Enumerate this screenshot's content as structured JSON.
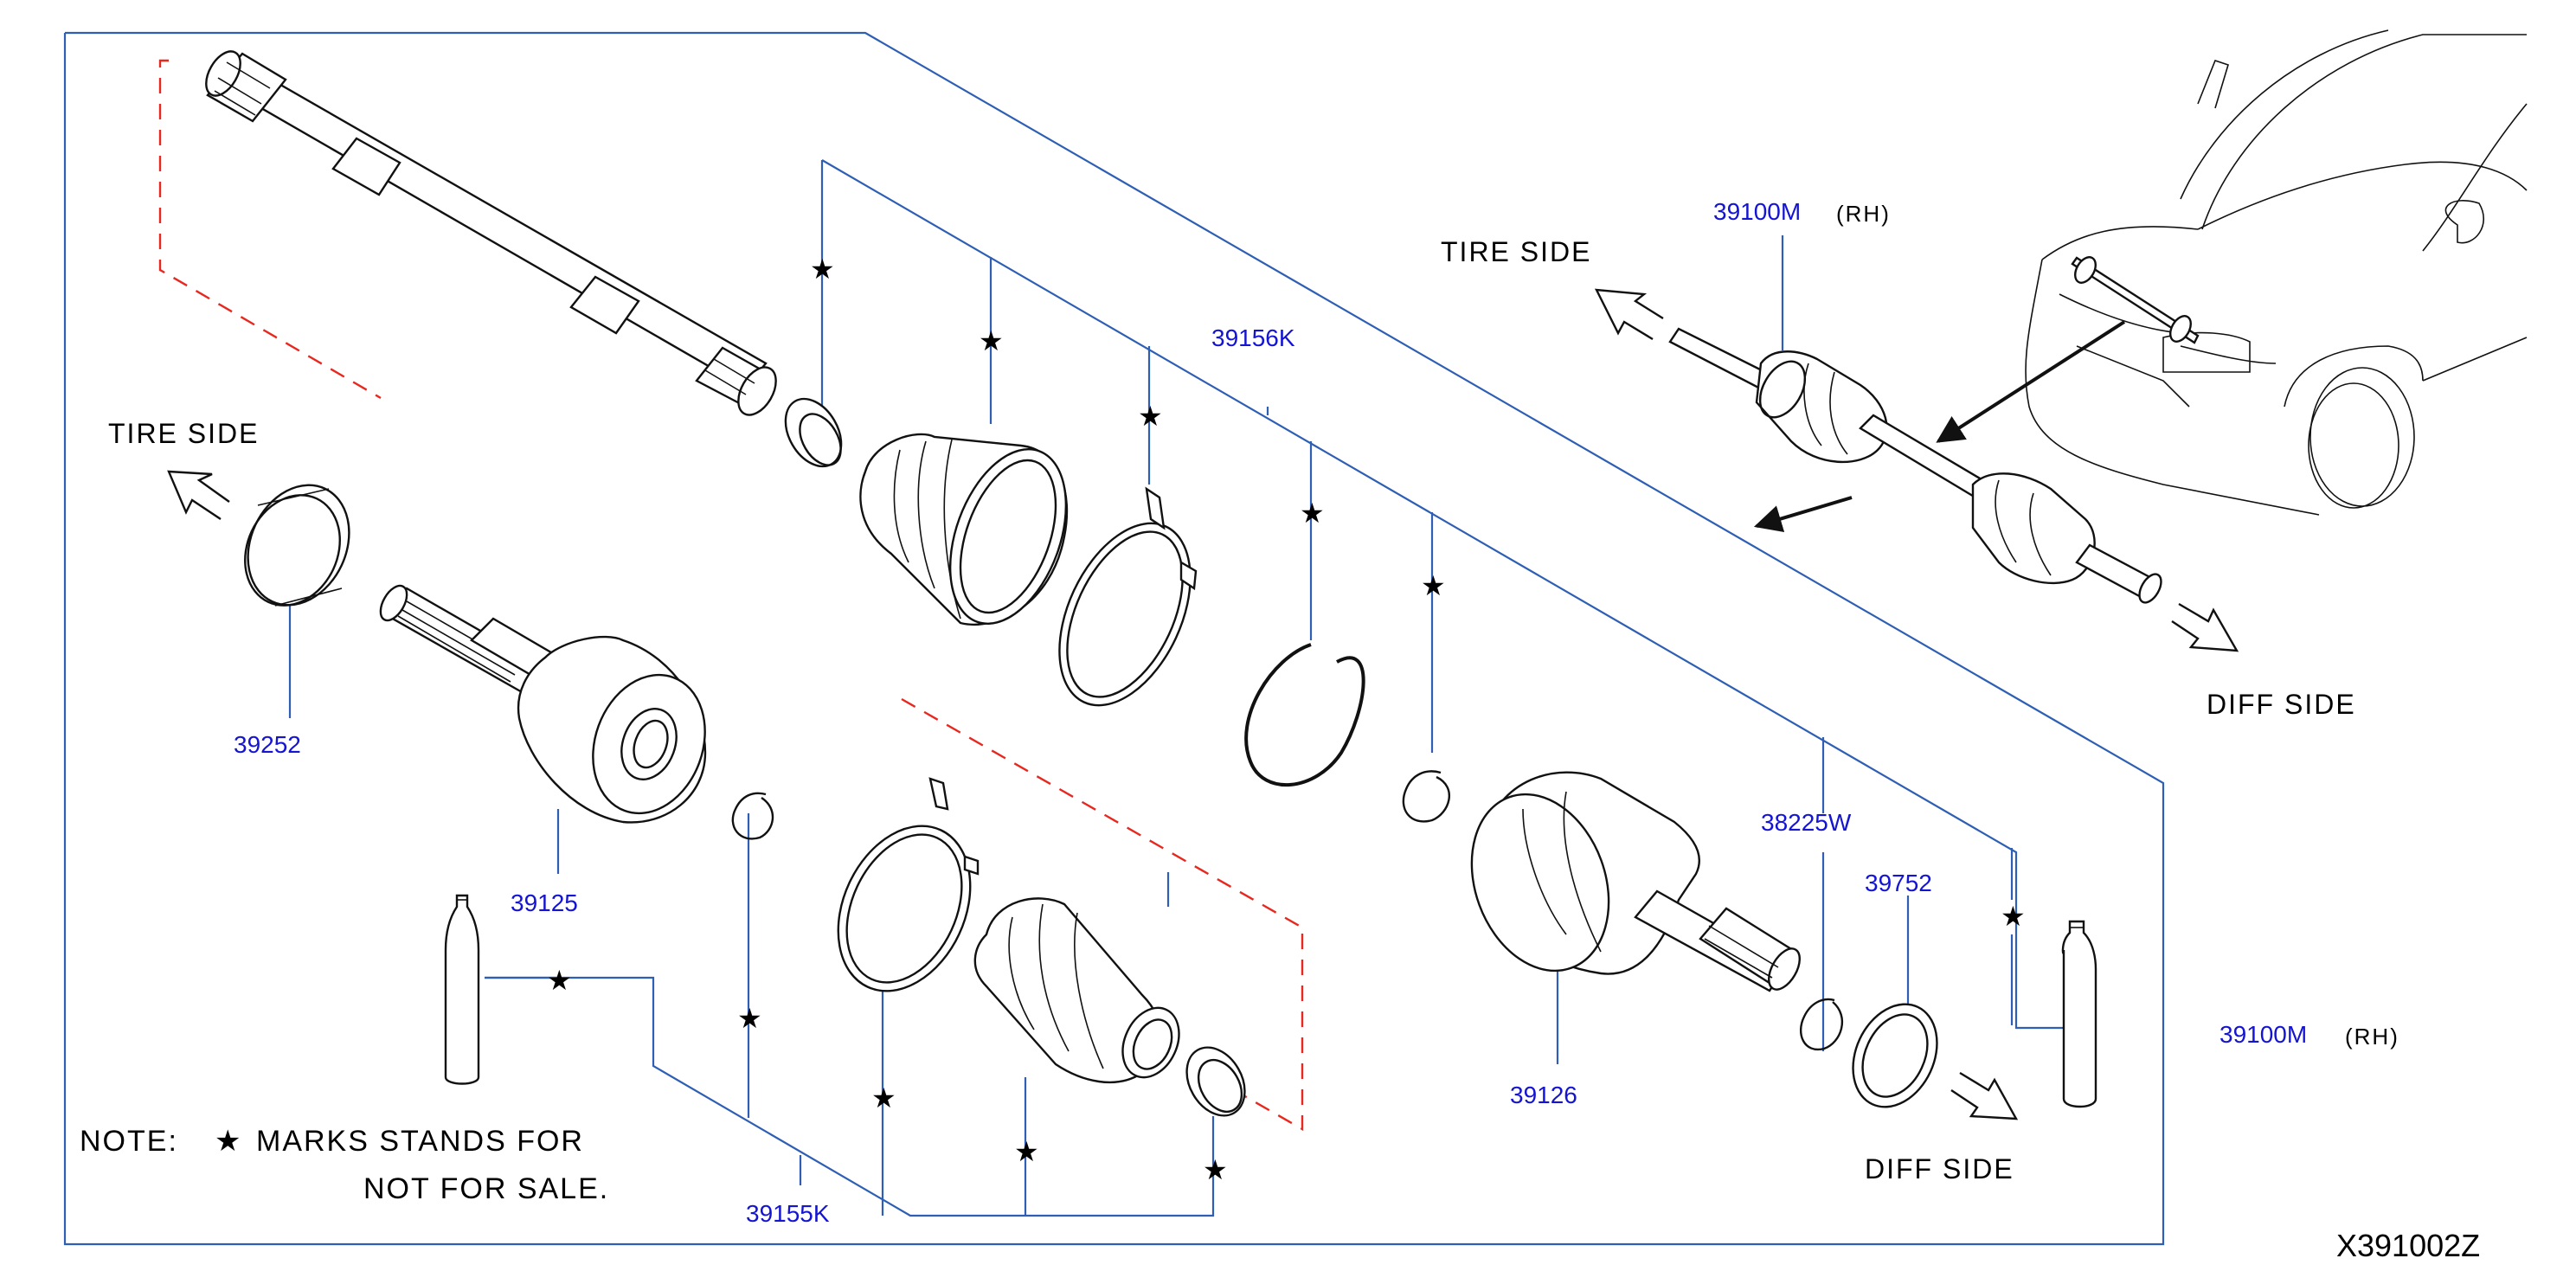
{
  "diagram": {
    "drawing_code": "X391002Z",
    "labels": {
      "tire_side_left": "TIRE   SIDE",
      "tire_side_right": "TIRE   SIDE",
      "diff_side_right": "DIFF   SIDE",
      "diff_side_lower": "DIFF   SIDE"
    },
    "note": {
      "line1_prefix": "NOTE:",
      "star": "★",
      "line1_text": "MARKS   STANDS   FOR",
      "line2_text": "NOT   FOR   SALE."
    },
    "star_symbol": "★",
    "parts": [
      {
        "id": "39100M",
        "suffix": "(RH)",
        "where": "overview"
      },
      {
        "id": "39156K",
        "suffix": "",
        "where": "tire-side-boot-kit"
      },
      {
        "id": "39252",
        "suffix": "",
        "where": "seal"
      },
      {
        "id": "39125",
        "suffix": "",
        "where": "outer-joint"
      },
      {
        "id": "39155K",
        "suffix": "",
        "where": "diff-side-boot-kit"
      },
      {
        "id": "39126",
        "suffix": "",
        "where": "inner-joint"
      },
      {
        "id": "38225W",
        "suffix": "",
        "where": "snap-ring"
      },
      {
        "id": "39752",
        "suffix": "",
        "where": "dust-shield"
      },
      {
        "id": "39100M",
        "suffix": "(RH)",
        "where": "assembly"
      }
    ],
    "colors": {
      "part_numbers": "#1414d2",
      "leader_lines": "#2e5fb4",
      "phantom_lines": "#e8281e"
    }
  }
}
